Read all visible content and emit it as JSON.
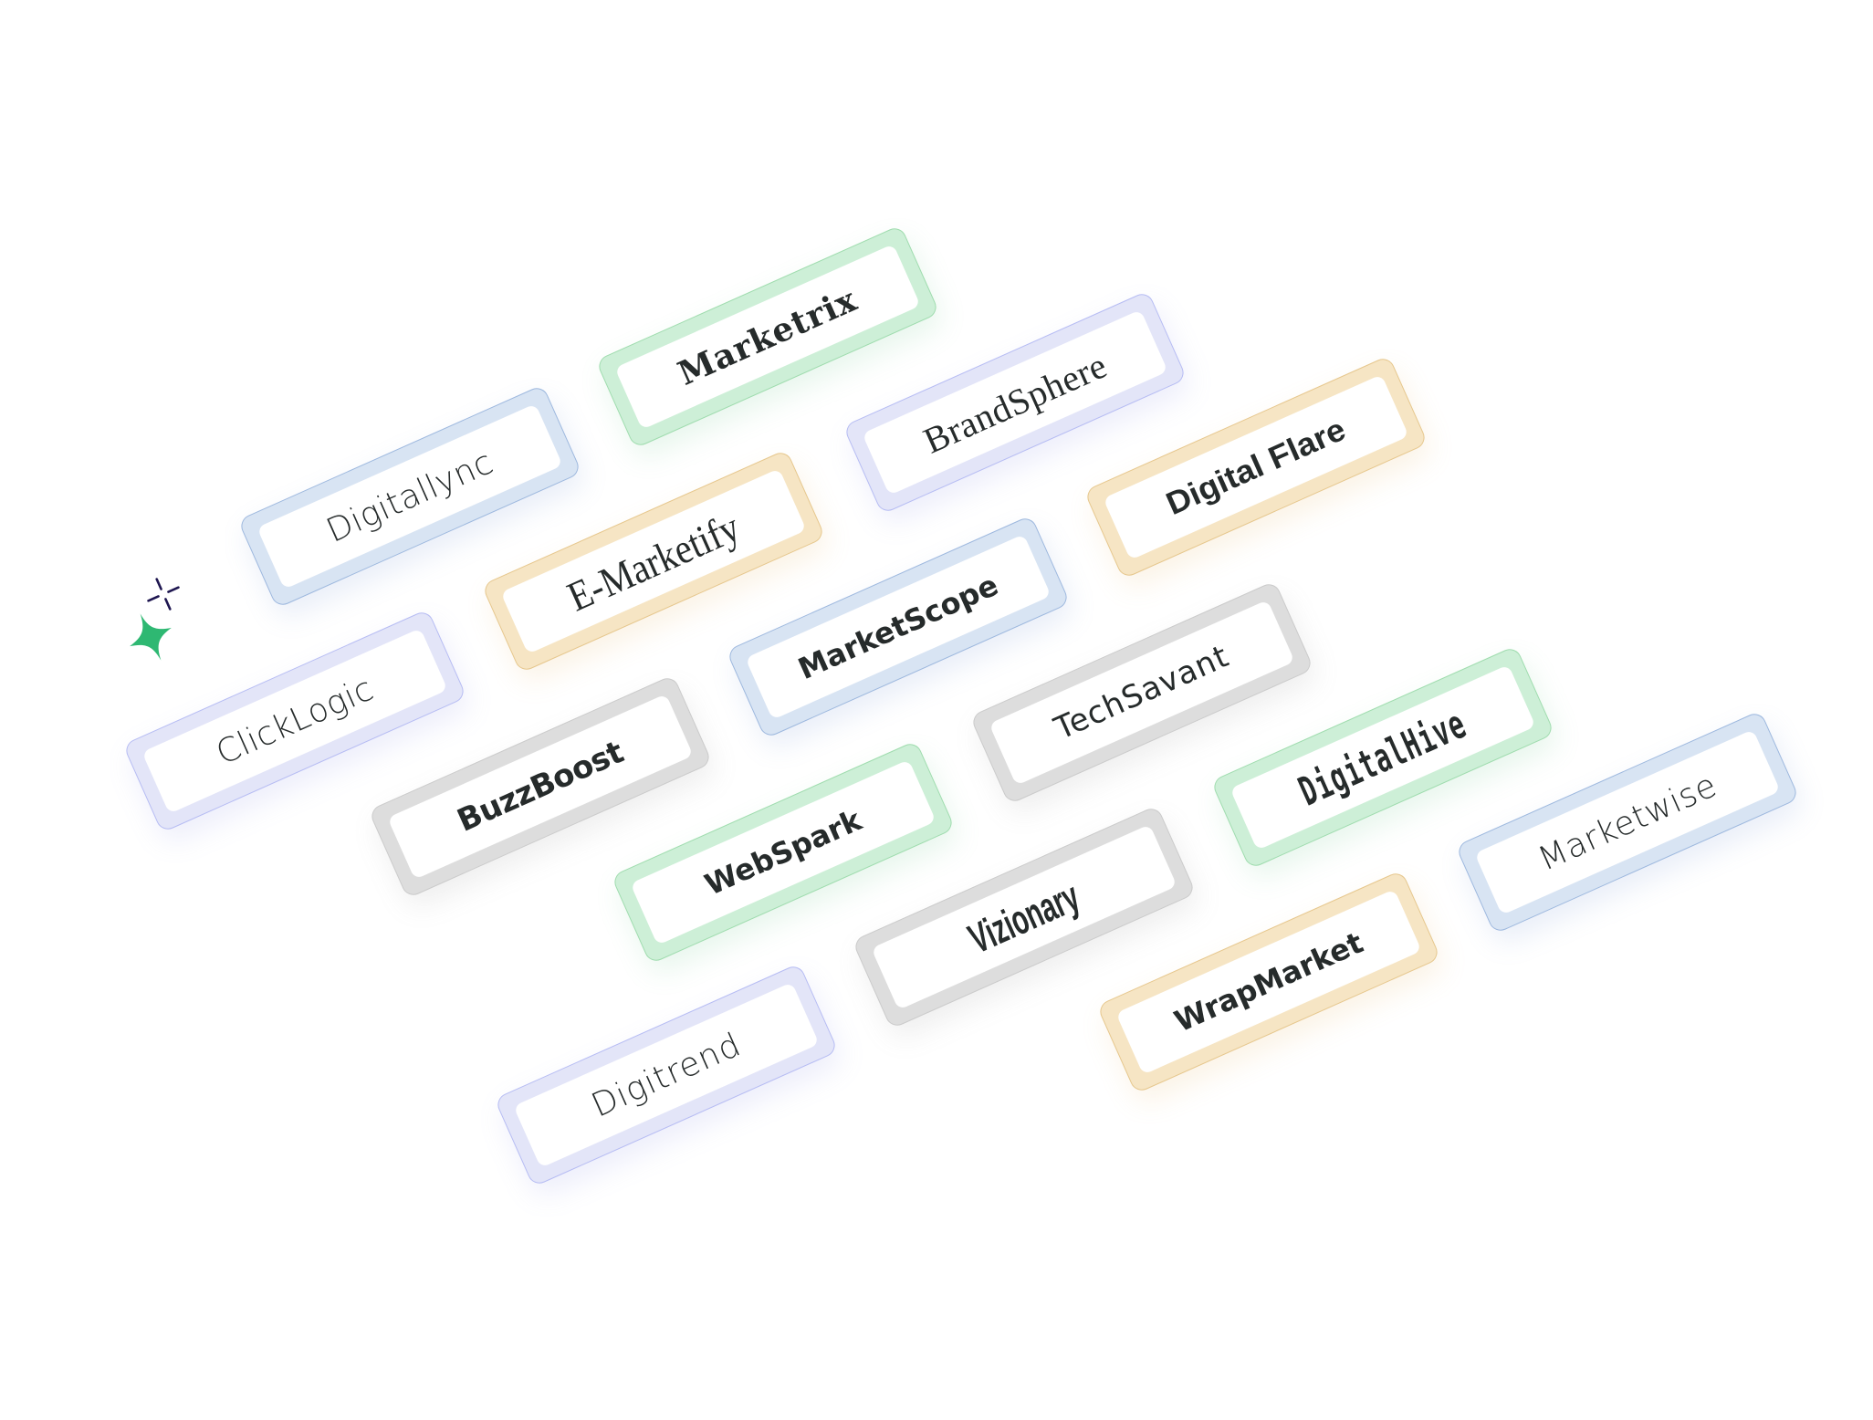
{
  "decorations": {
    "sparkle_star_color": "#2eb872",
    "sparkle_cross_color": "#1e1650"
  },
  "brands": [
    {
      "name": "Marketrix",
      "theme": "green"
    },
    {
      "name": "Digitallync",
      "theme": "blue"
    },
    {
      "name": "BrandSphere",
      "theme": "violet"
    },
    {
      "name": "E-Marketify",
      "theme": "amber"
    },
    {
      "name": "Digital Flare",
      "theme": "amber"
    },
    {
      "name": "ClickLogic",
      "theme": "violet"
    },
    {
      "name": "MarketScope",
      "theme": "blue"
    },
    {
      "name": "TechSavant",
      "theme": "gray"
    },
    {
      "name": "BuzzBoost",
      "theme": "gray"
    },
    {
      "name": "DigitalHive",
      "theme": "green"
    },
    {
      "name": "WebSpark",
      "theme": "green"
    },
    {
      "name": "Marketwise",
      "theme": "blue"
    },
    {
      "name": "Vizionary",
      "theme": "gray"
    },
    {
      "name": "WrapMarket",
      "theme": "amber"
    },
    {
      "name": "Digitrend",
      "theme": "violet"
    }
  ]
}
